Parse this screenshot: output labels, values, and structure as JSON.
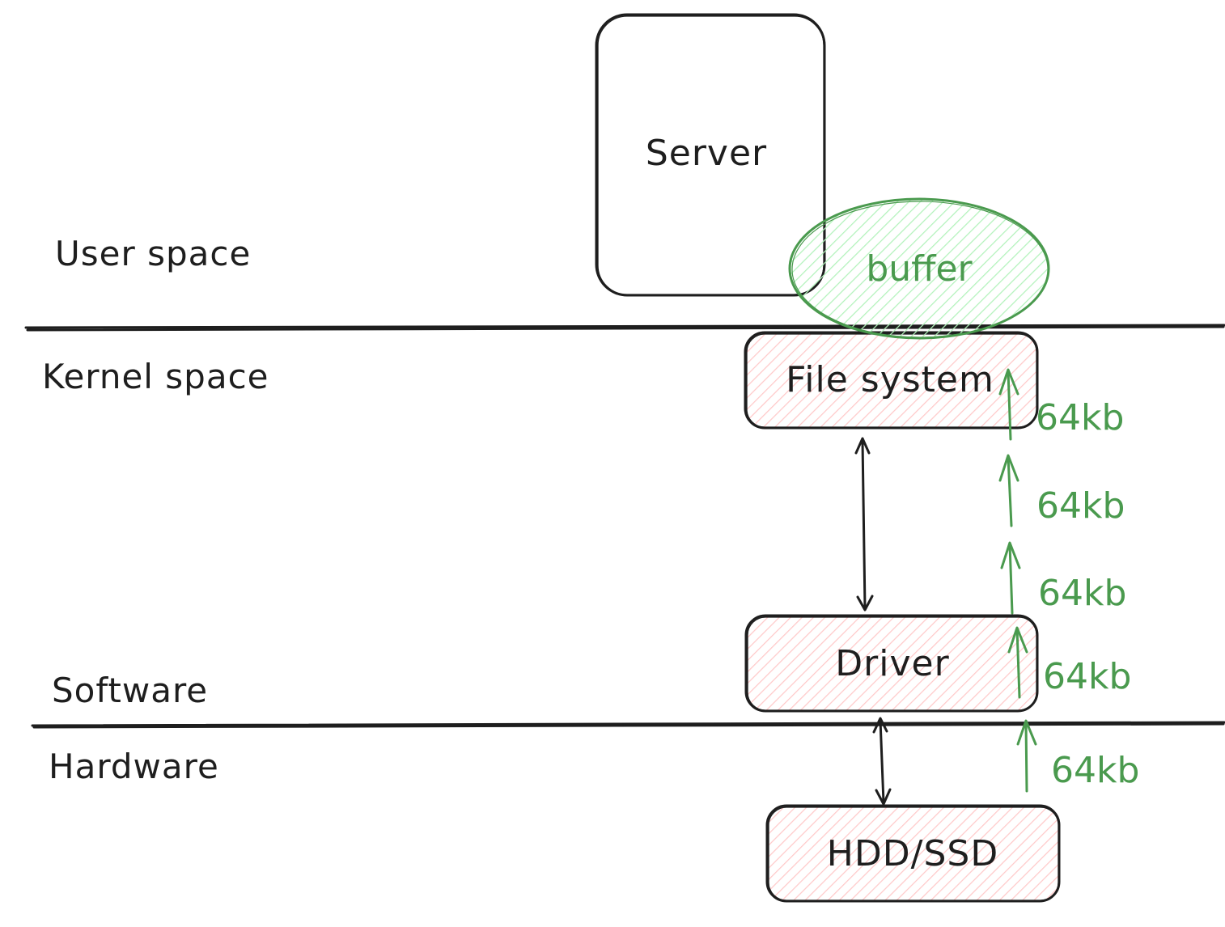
{
  "zones": {
    "user_space": "User space",
    "kernel_space": "Kernel space",
    "software": "Software",
    "hardware": "Hardware"
  },
  "nodes": {
    "server": "Server",
    "buffer": "buffer",
    "file_system": "File system",
    "driver": "Driver",
    "storage": "HDD/SSD"
  },
  "chunks": [
    "64kb",
    "64kb",
    "64kb",
    "64kb",
    "64kb"
  ],
  "colors": {
    "stroke": "#1e1e1e",
    "green": "#4a9a4e",
    "green_fill": "#b2f2bb",
    "red_fill": "#ffc9c9"
  }
}
